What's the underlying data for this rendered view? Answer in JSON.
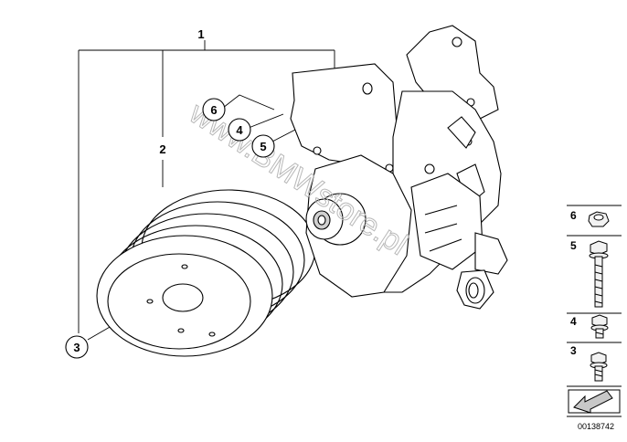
{
  "watermark": "www.BMWstore.pl",
  "callouts": [
    {
      "id": "callout-1",
      "label": "1"
    },
    {
      "id": "callout-2",
      "label": "2"
    },
    {
      "id": "callout-3",
      "label": "3"
    },
    {
      "id": "callout-4",
      "label": "4"
    },
    {
      "id": "callout-5",
      "label": "5"
    },
    {
      "id": "callout-6",
      "label": "6"
    }
  ],
  "side_parts": [
    {
      "label": "6",
      "icon": "nut-icon"
    },
    {
      "label": "5",
      "icon": "long-bolt-icon"
    },
    {
      "label": "4",
      "icon": "bolt-icon"
    },
    {
      "label": "3",
      "icon": "short-bolt-icon"
    }
  ],
  "diagram_number": "00138742"
}
